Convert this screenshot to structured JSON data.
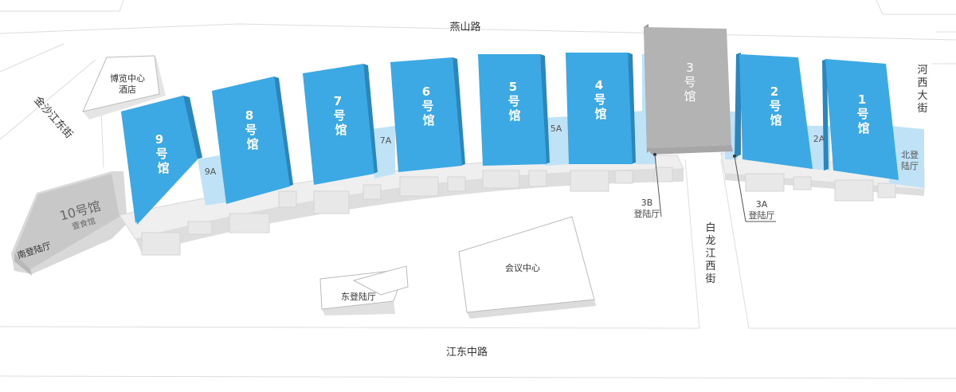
{
  "roads": {
    "north": "燕山路",
    "south": "江东中路",
    "west": "金沙江东街",
    "east_right": "河西大街",
    "middle": "白龙江西街"
  },
  "halls": {
    "h1": [
      "1",
      "号",
      "馆"
    ],
    "h2": [
      "2",
      "号",
      "馆"
    ],
    "h3": [
      "3",
      "号",
      "馆"
    ],
    "h4": [
      "4",
      "号",
      "馆"
    ],
    "h5": [
      "5",
      "号",
      "馆"
    ],
    "h6": [
      "6",
      "号",
      "馆"
    ],
    "h7": [
      "7",
      "号",
      "馆"
    ],
    "h8": [
      "8",
      "号",
      "馆"
    ],
    "h9": [
      "9",
      "号",
      "馆"
    ]
  },
  "hall10": {
    "name": "10号馆",
    "sub": "壹食馆"
  },
  "connectors": {
    "c9a": "9A",
    "c7a": "7A",
    "c5a": "5A",
    "c2a": "2A"
  },
  "lobbies": {
    "lobby_3b": [
      "3B",
      "登陆厅"
    ],
    "lobby_3a": [
      "3A",
      "登陆厅"
    ],
    "north_lobby": [
      "北登",
      "陆厅"
    ],
    "south_lobby": "南登陆厅",
    "east_lobby": "东登陆厅"
  },
  "buildings": {
    "hotel": [
      "博览中心",
      "酒店"
    ],
    "conference": "会议中心"
  },
  "colors": {
    "hall_blue": "#3ca8e4",
    "connector_blue": "#bfe2f6",
    "hall3_grey": "#b3b3b3"
  }
}
